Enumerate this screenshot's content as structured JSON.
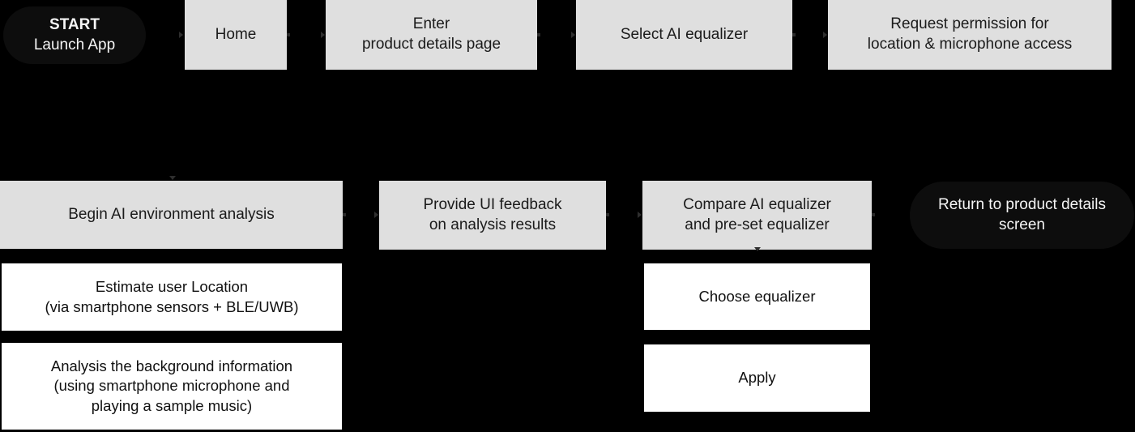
{
  "colors": {
    "background": "#000000",
    "process_box_fill": "#dfdfdf",
    "sub_step_box_fill": "#ffffff",
    "terminal_node_fill": "#0d0d0d",
    "process_text": "#1b1b1b",
    "terminal_text": "#f5f5f5",
    "connector": "#2e2e2e"
  },
  "nodes": {
    "start": {
      "title": "START",
      "subtitle": "Launch App"
    },
    "home": {
      "label": "Home"
    },
    "enter_product_details": {
      "label": "Enter\nproduct details page"
    },
    "select_ai_equalizer": {
      "label": "Select AI equalizer"
    },
    "request_permission": {
      "label": "Request permission for\nlocation & microphone access"
    },
    "begin_analysis": {
      "label": "Begin AI environment analysis"
    },
    "provide_feedback": {
      "label": "Provide UI feedback\non analysis results"
    },
    "compare_equalizers": {
      "label": "Compare AI equalizer\nand pre-set equalizer"
    },
    "return_to_product": {
      "label": "Return to product details\nscreen"
    },
    "estimate_location": {
      "label": "Estimate user Location\n(via smartphone sensors + BLE/UWB)"
    },
    "analyze_background": {
      "label": "Analysis the background information\n(using smartphone microphone and\nplaying a sample music)"
    },
    "choose_equalizer": {
      "label": "Choose equalizer"
    },
    "apply": {
      "label": "Apply"
    }
  }
}
